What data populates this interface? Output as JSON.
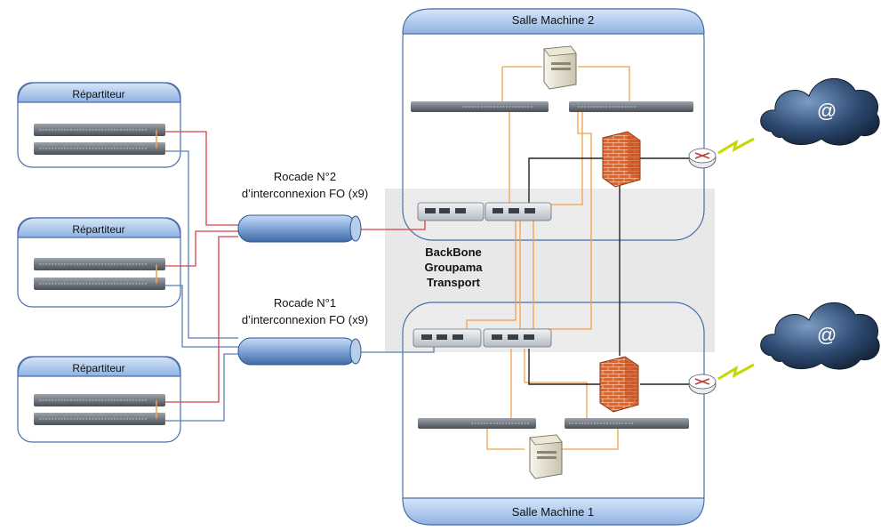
{
  "rooms": {
    "top": {
      "title": "Salle Machine 2"
    },
    "bottom": {
      "title": "Salle Machine 1"
    }
  },
  "repartiteurs": [
    {
      "label": "Répartiteur"
    },
    {
      "label": "Répartiteur"
    },
    {
      "label": "Répartiteur"
    }
  ],
  "rocades": [
    {
      "line1": "Rocade N°2",
      "line2": "d’interconnexion FO (x9)"
    },
    {
      "line1": "Rocade N°1",
      "line2": "d’interconnexion FO (x9)"
    }
  ],
  "backbone": {
    "line1": "BackBone",
    "line2": "Groupama",
    "line3": "Transport"
  },
  "internet": {
    "symbol": "@"
  },
  "colors": {
    "panel_header": "#aac6ea",
    "link_red": "#d8414a",
    "link_blue": "#5a7fb4",
    "link_orange": "#f2a04a",
    "link_black": "#222222",
    "firewall": "#e2622a",
    "cloud": "#2e4a6e"
  }
}
